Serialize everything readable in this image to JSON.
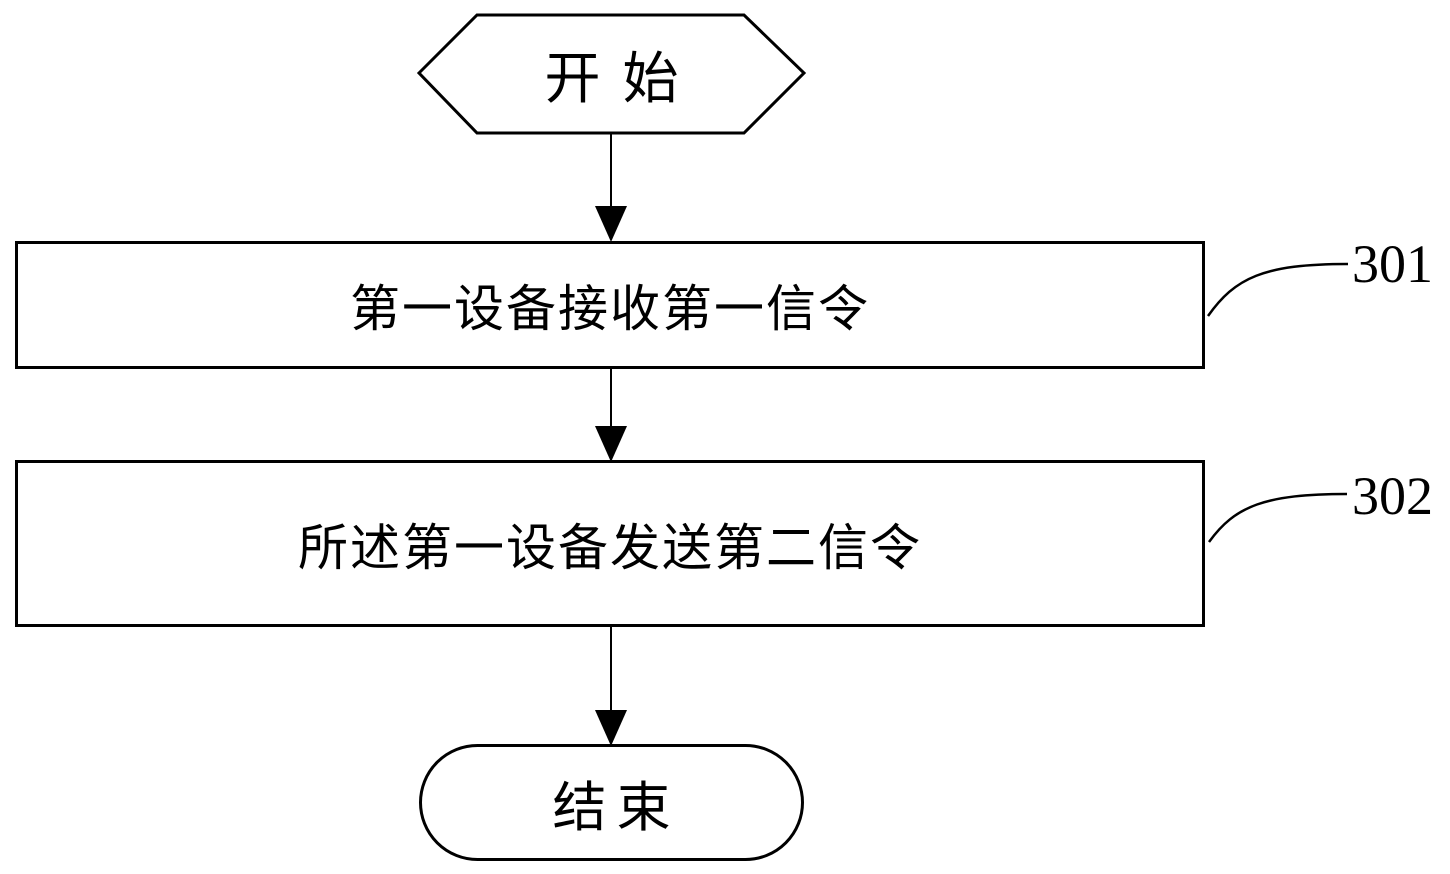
{
  "diagram": {
    "type": "flowchart",
    "start": {
      "label": "开始"
    },
    "steps": [
      {
        "ref": "301",
        "label": "第一设备接收第一信令"
      },
      {
        "ref": "302",
        "label": "所述第一设备发送第二信令"
      }
    ],
    "end": {
      "label": "结束"
    },
    "colors": {
      "line": "#000000",
      "background": "#ffffff"
    }
  }
}
